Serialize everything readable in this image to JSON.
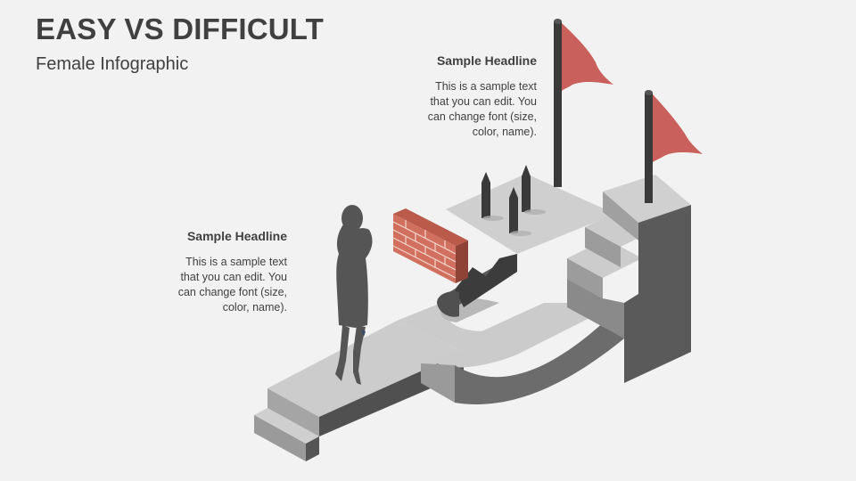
{
  "slide": {
    "title": "EASY VS DIFFICULT",
    "subtitle": "Female Infographic"
  },
  "callouts": [
    {
      "headline": "Sample Headline",
      "lines": [
        "This is a sample text",
        "that you can edit. You",
        "can change font (size,",
        "color, name)."
      ]
    },
    {
      "headline": "Sample Headline",
      "lines": [
        "This is a sample text",
        "that you can edit. You",
        "can change font (size,",
        "color, name)."
      ]
    }
  ],
  "colors": {
    "background": "#f2f2f2",
    "text": "#404040",
    "flag": "#c9605b",
    "brick": "#d2705f",
    "silhouette": "#555555"
  }
}
